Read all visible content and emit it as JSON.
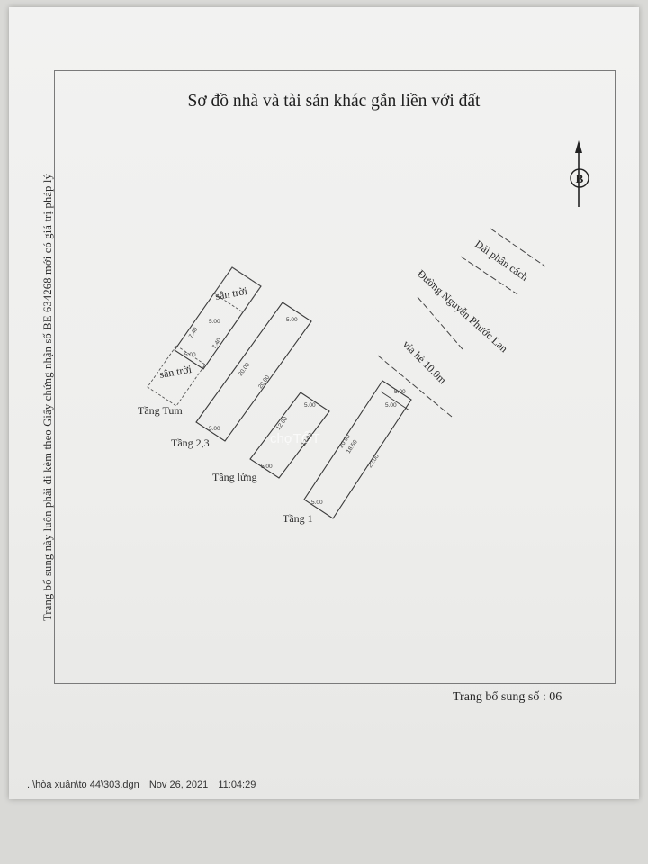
{
  "document": {
    "title": "Sơ đồ nhà và tài sản khác gắn liền với đất",
    "side_note": "Trang bổ sung này luôn phải đi kèm theo Giấy chứng nhận số BE 634268 mới có giá trị pháp lý",
    "page_number_label": "Trang bổ sung số : 06",
    "footer": {
      "file_path": "..\\hòa xuân\\to 44\\303.dgn",
      "date": "Nov  26, 2021",
      "time": "11:04:29"
    }
  },
  "compass": {
    "label": "B"
  },
  "road": {
    "divider_label": "Dải phân cách",
    "street_name": "Đường Nguyễn Phước Lan",
    "sidewalk_label": "vỉa hè 10.0m"
  },
  "floors": {
    "tum": {
      "label": "Tầng Tum",
      "terrace_top": "sân trời",
      "terrace_bottom": "sân trời",
      "dims": [
        "5.00",
        "7.40",
        "7.40",
        "5.00"
      ]
    },
    "tang23": {
      "label": "Tầng 2,3",
      "dims": [
        "5.00",
        "20.00",
        "20.00",
        "5.00"
      ]
    },
    "lung": {
      "label": "Tầng lửng",
      "dims": [
        "5.00",
        "12.00",
        "12.00",
        "5.00"
      ]
    },
    "tang1": {
      "label": "Tầng 1",
      "dims": [
        "5.00",
        "5.00",
        "20.00",
        "18.50",
        "20.00",
        "5.00"
      ]
    }
  },
  "watermark": "chợTỐT",
  "colors": {
    "ink": "#2a2a2a",
    "paper": "#f0f0ef",
    "frame": "#7a7a7a"
  }
}
